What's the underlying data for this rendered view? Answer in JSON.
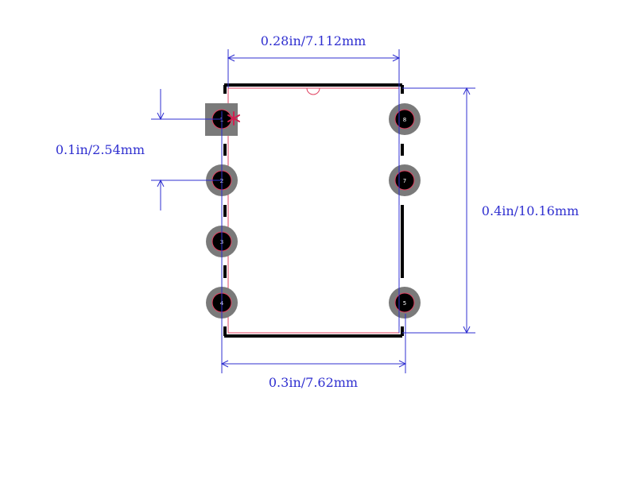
{
  "dimensions": {
    "top_width": "0.28in/7.112mm",
    "pitch": "0.1in/2.54mm",
    "height": "0.4in/10.16mm",
    "bottom_width": "0.3in/7.62mm"
  },
  "pins": {
    "left": [
      "1",
      "2",
      "3",
      "4"
    ],
    "right": [
      "8",
      "7",
      "5"
    ]
  },
  "colors": {
    "dimension": "#2f2fd0",
    "silkscreen": "#000000",
    "courtyard": "#e04060",
    "pad": "#7a7a7a",
    "pin1_marker": "#d02050"
  }
}
